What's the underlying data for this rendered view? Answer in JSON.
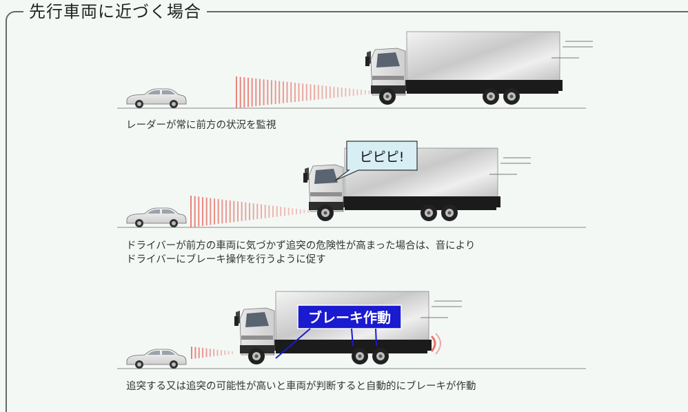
{
  "title": "先行車両に近づく場合",
  "scenes": [
    {
      "caption_lines": [
        "レーダーが常に前方の状況を監視"
      ]
    },
    {
      "bubble": "ピピピ!",
      "caption_lines": [
        "ドライバーが前方の車両に気づかず追突の危険性が高まった場合は、音により",
        "ドライバーにブレーキ操作を行うように促す"
      ]
    },
    {
      "label": "ブレーキ作動",
      "caption_lines": [
        "追突する又は追突の可能性が高いと車両が判断すると自動的にブレーキが作動"
      ]
    }
  ],
  "colors": {
    "radar": "#e8746b",
    "label_bg": "#1a1ad0",
    "bubble_bg": "#d7eef5",
    "truck_black": "#1b1b1b"
  }
}
